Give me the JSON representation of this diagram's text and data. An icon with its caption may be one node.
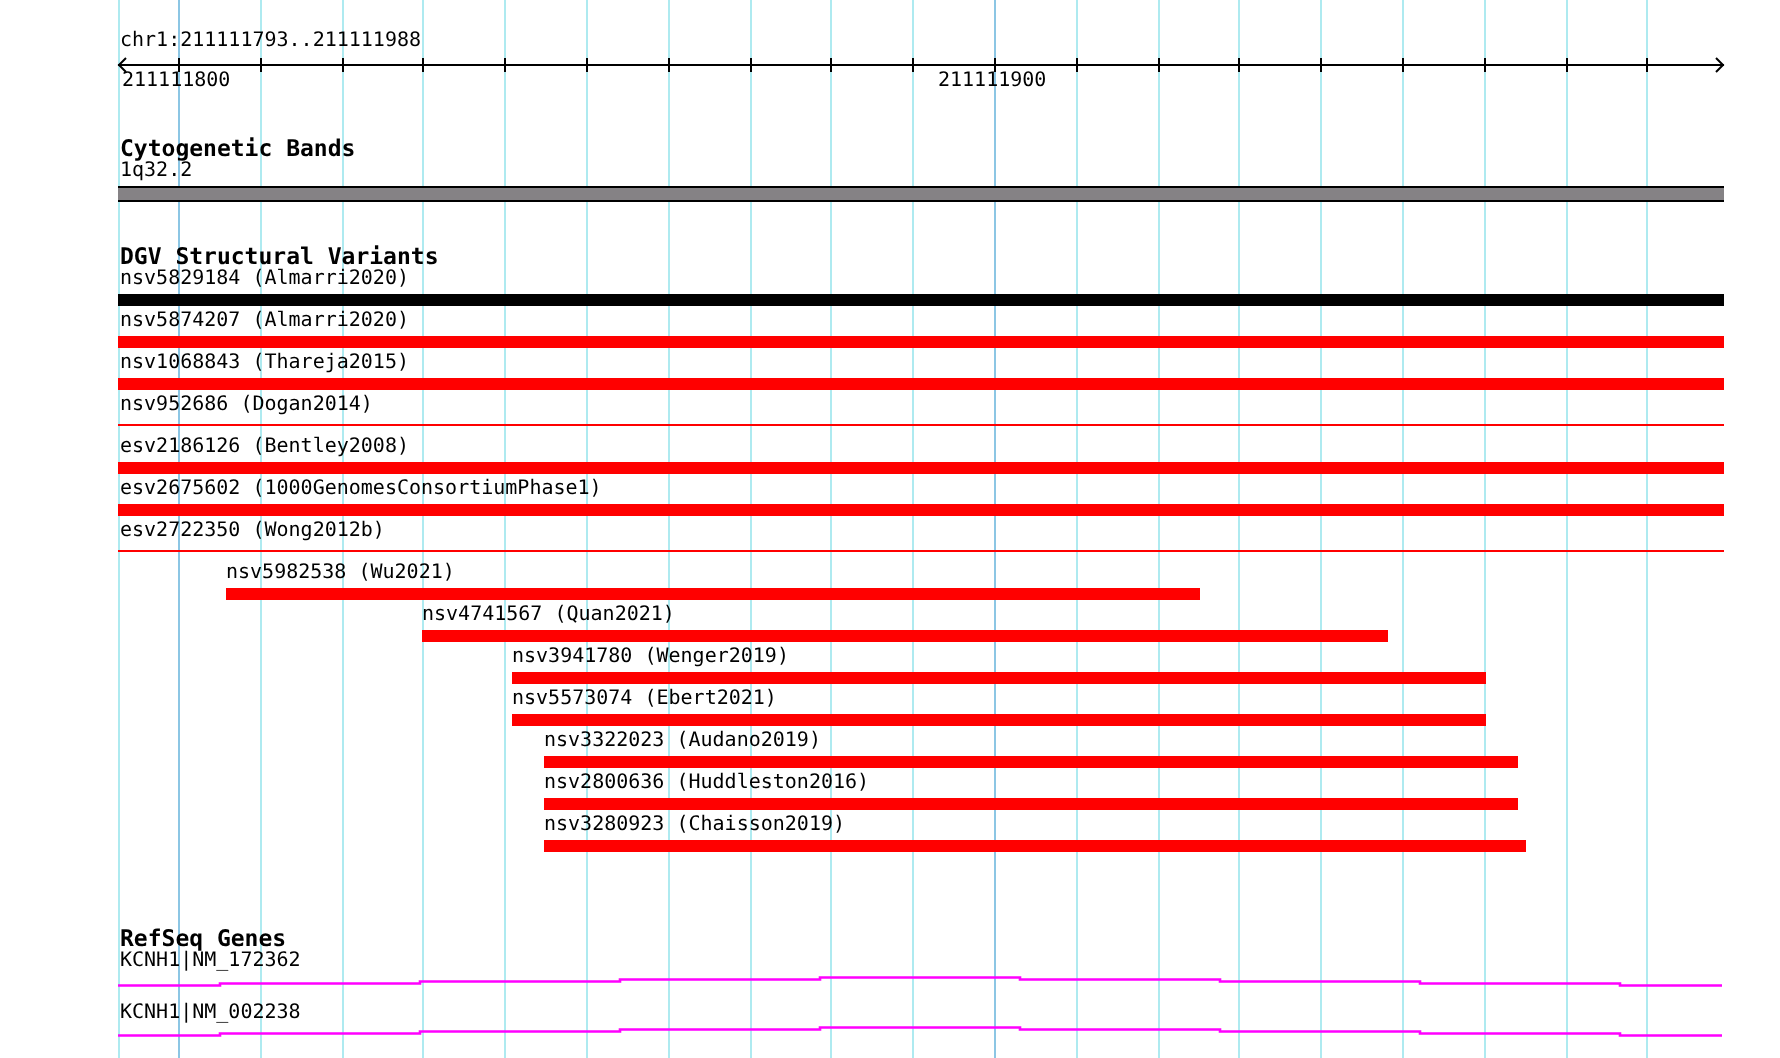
{
  "diagram": {
    "nodes": [
      {
        "text": [
          "1q32.2"
        ]
      },
      {
        "text": [
          "nsv5829184 (Almarri2020)"
        ]
      },
      {
        "text": [
          "nsv5874207 (Almarri2020)"
        ]
      },
      {
        "text": [
          "nsv1068843 (Thareja2015)"
        ]
      },
      {
        "text": [
          "nsv952686 (Dogan2014)"
        ]
      },
      {
        "text": [
          "esv2186126 (Bentley2008)"
        ]
      },
      {
        "text": [
          "esv2675602 (1000GenomesConsortiumPhase1)"
        ]
      },
      {
        "text": [
          "esv2722350 (Wong2012b)"
        ]
      },
      {
        "text": [
          "nsv5982538 (Wu2021)"
        ]
      },
      {
        "text": [
          "nsv4741567 (Quan2021)"
        ]
      },
      {
        "text": [
          "nsv3941780 (Wenger2019)"
        ]
      },
      {
        "text": [
          "nsv5573074 (Ebert2021)"
        ]
      },
      {
        "text": [
          "nsv3322023 (Audano2019)"
        ]
      },
      {
        "text": [
          "nsv2800636 (Huddleston2016)"
        ]
      },
      {
        "text": [
          "nsv3280923 (Chaisson2019)"
        ]
      },
      {
        "text": [
          "KCNH1|NM_172362"
        ]
      },
      {
        "text": [
          "KCNH1|NM_002238"
        ]
      }
    ],
    "labels": [
      "chr1:211111793..211111988",
      "211111800",
      "211111900",
      "Cytogenetic Bands",
      "DGV Structural Variants",
      "RefSeq Genes"
    ]
  }
}
